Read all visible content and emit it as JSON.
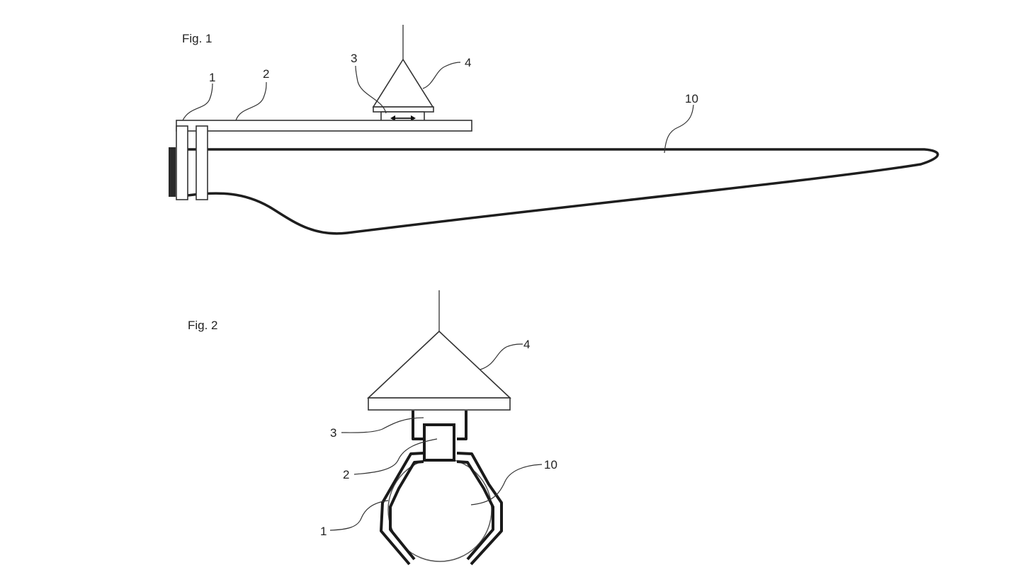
{
  "figures": [
    {
      "title": "Fig. 1",
      "view": "side",
      "references": {
        "clamp": "1",
        "beam": "2",
        "slide": "3",
        "yoke": "4",
        "blade": "10"
      }
    },
    {
      "title": "Fig. 2",
      "view": "end",
      "references": {
        "yoke": "4",
        "slide": "3",
        "beam": "2",
        "blade": "10",
        "clamp": "1"
      }
    }
  ],
  "colors": {
    "line": "#333333",
    "background": "#ffffff"
  },
  "icons": {
    "slide_arrow": "double-arrow-horizontal"
  }
}
